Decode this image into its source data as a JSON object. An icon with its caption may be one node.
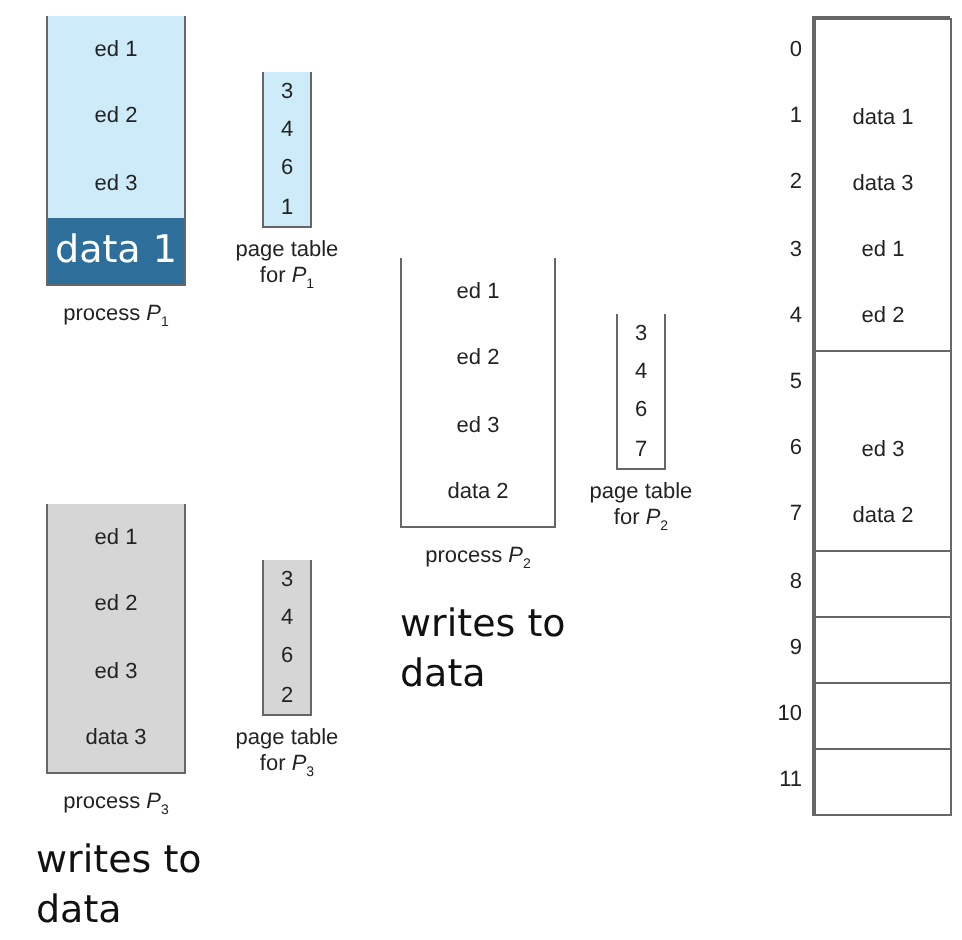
{
  "diagram": {
    "nodes": [
      {
        "text": [
          "process *P*$_{1}$"
        ]
      },
      {
        "text": [
          "ed 1"
        ],
        "in": 0
      },
      {
        "text": [
          "ed 2"
        ],
        "in": 0
      },
      {
        "text": [
          "ed 3"
        ],
        "in": 0
      },
      {
        "text": [
          "data 1"
        ],
        "in": 0
      },
      {
        "text": [
          "page table for *P*$_{1}$"
        ]
      },
      {
        "text": [
          "3"
        ],
        "in": 5
      },
      {
        "text": [
          "4"
        ],
        "in": 5
      },
      {
        "text": [
          "6"
        ],
        "in": 5
      },
      {
        "text": [
          "1"
        ],
        "in": 5
      },
      {
        "text": [
          "process *P*$_{2}$"
        ]
      },
      {
        "text": [
          "ed 1"
        ],
        "in": 10
      },
      {
        "text": [
          "ed 2"
        ],
        "in": 10
      },
      {
        "text": [
          "ed 3"
        ],
        "in": 10
      },
      {
        "text": [
          "data 2"
        ],
        "in": 10
      },
      {
        "text": [
          "page table for *P*$_{2}$"
        ]
      },
      {
        "text": [
          "3"
        ],
        "in": 15
      },
      {
        "text": [
          "4"
        ],
        "in": 15
      },
      {
        "text": [
          "6"
        ],
        "in": 15
      },
      {
        "text": [
          "7"
        ],
        "in": 15
      },
      {
        "text": [
          "process *P*$_{3}$"
        ]
      },
      {
        "text": [
          "ed 1"
        ],
        "in": 20
      },
      {
        "text": [
          "ed 2"
        ],
        "in": 20
      },
      {
        "text": [
          "ed 3"
        ],
        "in": 20
      },
      {
        "text": [
          "data 3"
        ],
        "in": 20
      },
      {
        "text": [
          "page table for *P*$_{3}$"
        ]
      },
      {
        "text": [
          "3"
        ],
        "in": 25
      },
      {
        "text": [
          "4"
        ],
        "in": 25
      },
      {
        "text": [
          "6"
        ],
        "in": 25
      },
      {
        "text": [
          "2"
        ],
        "in": 25
      },
      {
        "text": [],
        "shape": "box"
      },
      {
        "text": [],
        "shape": "box",
        "in": 30,
        "beside": [
          "0"
        ]
      },
      {
        "text": [
          "data 1"
        ],
        "in": 30,
        "beside": [
          "1"
        ]
      },
      {
        "text": [
          "data 3"
        ],
        "in": 30,
        "beside": [
          "2"
        ]
      },
      {
        "text": [
          "ed 1"
        ],
        "in": 30,
        "beside": [
          "3"
        ]
      },
      {
        "text": [
          "ed 2"
        ],
        "in": 30,
        "beside": [
          "4"
        ]
      },
      {
        "text": [],
        "shape": "box",
        "in": 30,
        "beside": [
          "5"
        ]
      },
      {
        "text": [
          "ed 3"
        ],
        "in": 30,
        "beside": [
          "6"
        ]
      },
      {
        "text": [
          "data 2"
        ],
        "in": 30,
        "beside": [
          "7"
        ]
      },
      {
        "text": [],
        "shape": "box",
        "in": 30,
        "beside": [
          "8"
        ]
      },
      {
        "text": [],
        "shape": "box",
        "in": 30,
        "beside": [
          "9"
        ]
      },
      {
        "text": [],
        "shape": "box",
        "in": 30,
        "beside": [
          "10"
        ]
      },
      {
        "text": [],
        "shape": "box",
        "in": 30,
        "beside": [
          "11"
        ]
      }
    ],
    "edges": [],
    "labels": [
      "writes to data",
      "writes to data"
    ]
  }
}
